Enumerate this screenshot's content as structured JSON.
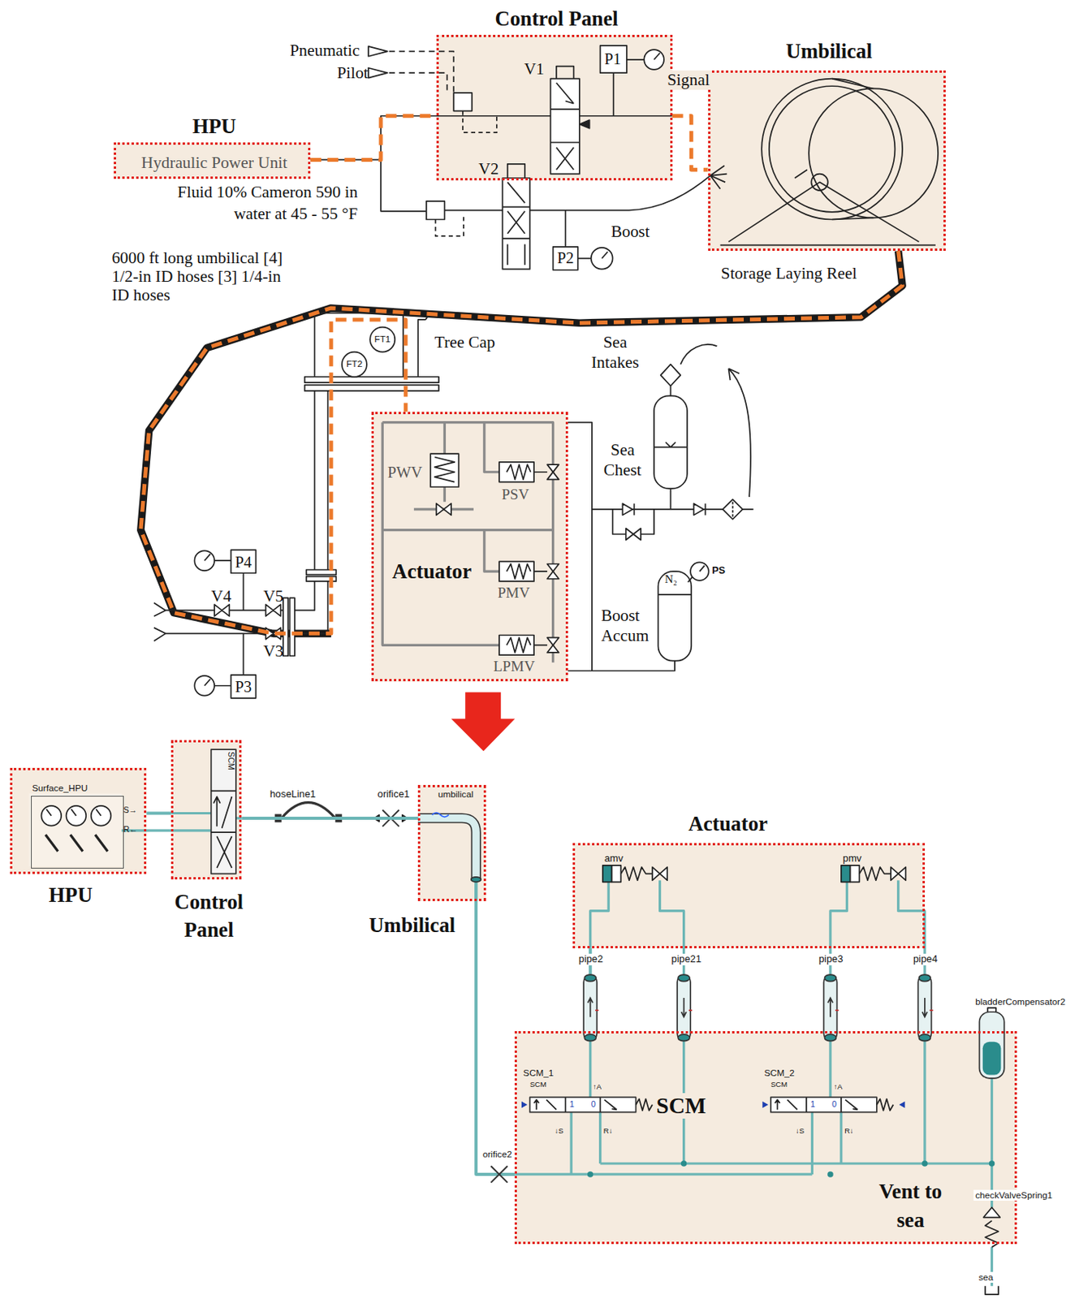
{
  "diagram": {
    "nodes": [
      {
        "text": [
          "Control Panel"
        ]
      },
      {
        "text": [
          "Umbilical",
          "Storage Laying Reel"
        ]
      },
      {
        "text": [
          "HPU"
        ]
      },
      {
        "text": [
          "Hydraulic Power Unit"
        ],
        "in": 2
      },
      {
        "text": [
          "Actuator"
        ]
      },
      {
        "text": [
          "HPU"
        ]
      },
      {
        "text": [
          "Surface_HPU"
        ],
        "in": 5
      },
      {
        "text": [
          "Control Panel"
        ]
      },
      {
        "text": [
          "Umbilical"
        ]
      },
      {
        "text": [
          "Actuator"
        ]
      },
      {
        "text": [
          "SCM",
          "Vent to sea"
        ]
      }
    ],
    "edges": [
      {
        "from": 2,
        "to": 0,
        "arrow": "none"
      },
      {
        "from": 0,
        "to": 1,
        "arrow": "none"
      },
      {
        "from": 1,
        "to": 4,
        "arrow": "none"
      },
      {
        "from": 5,
        "to": 7,
        "arrow": "none"
      },
      {
        "from": 7,
        "to": 8,
        "arrow": "none"
      },
      {
        "from": 8,
        "to": 10,
        "arrow": "none"
      },
      {
        "from": 10,
        "to": 9,
        "arrow": "none"
      }
    ],
    "labels": [
      "Pneumatic",
      "Pilot",
      "V1",
      "P1",
      "Signal",
      "V2",
      "Fluid 10% Cameron 590 in water at 45 - 55 °F",
      "Boost",
      "P2",
      "6000 ft long umbilical [4] 1/2-in ID hoses [3] 1/4-in ID hoses",
      "Tree Cap",
      "FT1",
      "FT2",
      "Sea Intakes",
      "Sea Chest",
      "PWV",
      "PSV",
      "PMV",
      "LPMV",
      "Boost Accum",
      "N₂",
      "PS",
      "P4",
      "V4",
      "V5",
      "V3",
      "P3",
      "SCM",
      "S→",
      "R←",
      "hoseLine1",
      "orifice1",
      "umbilical",
      "amv",
      "pmv",
      "pipe2",
      "pipe21",
      "pipe3",
      "pipe4",
      "SCM_1",
      "SCM",
      "↑A",
      "1",
      "0",
      "↓S",
      "R↓",
      "SCM_2",
      "SCM",
      "↑A",
      "1",
      "0",
      "↓S",
      "R↓",
      "bladderCompensator2",
      "checkValveSpring1",
      "orifice2",
      "sea"
    ]
  }
}
